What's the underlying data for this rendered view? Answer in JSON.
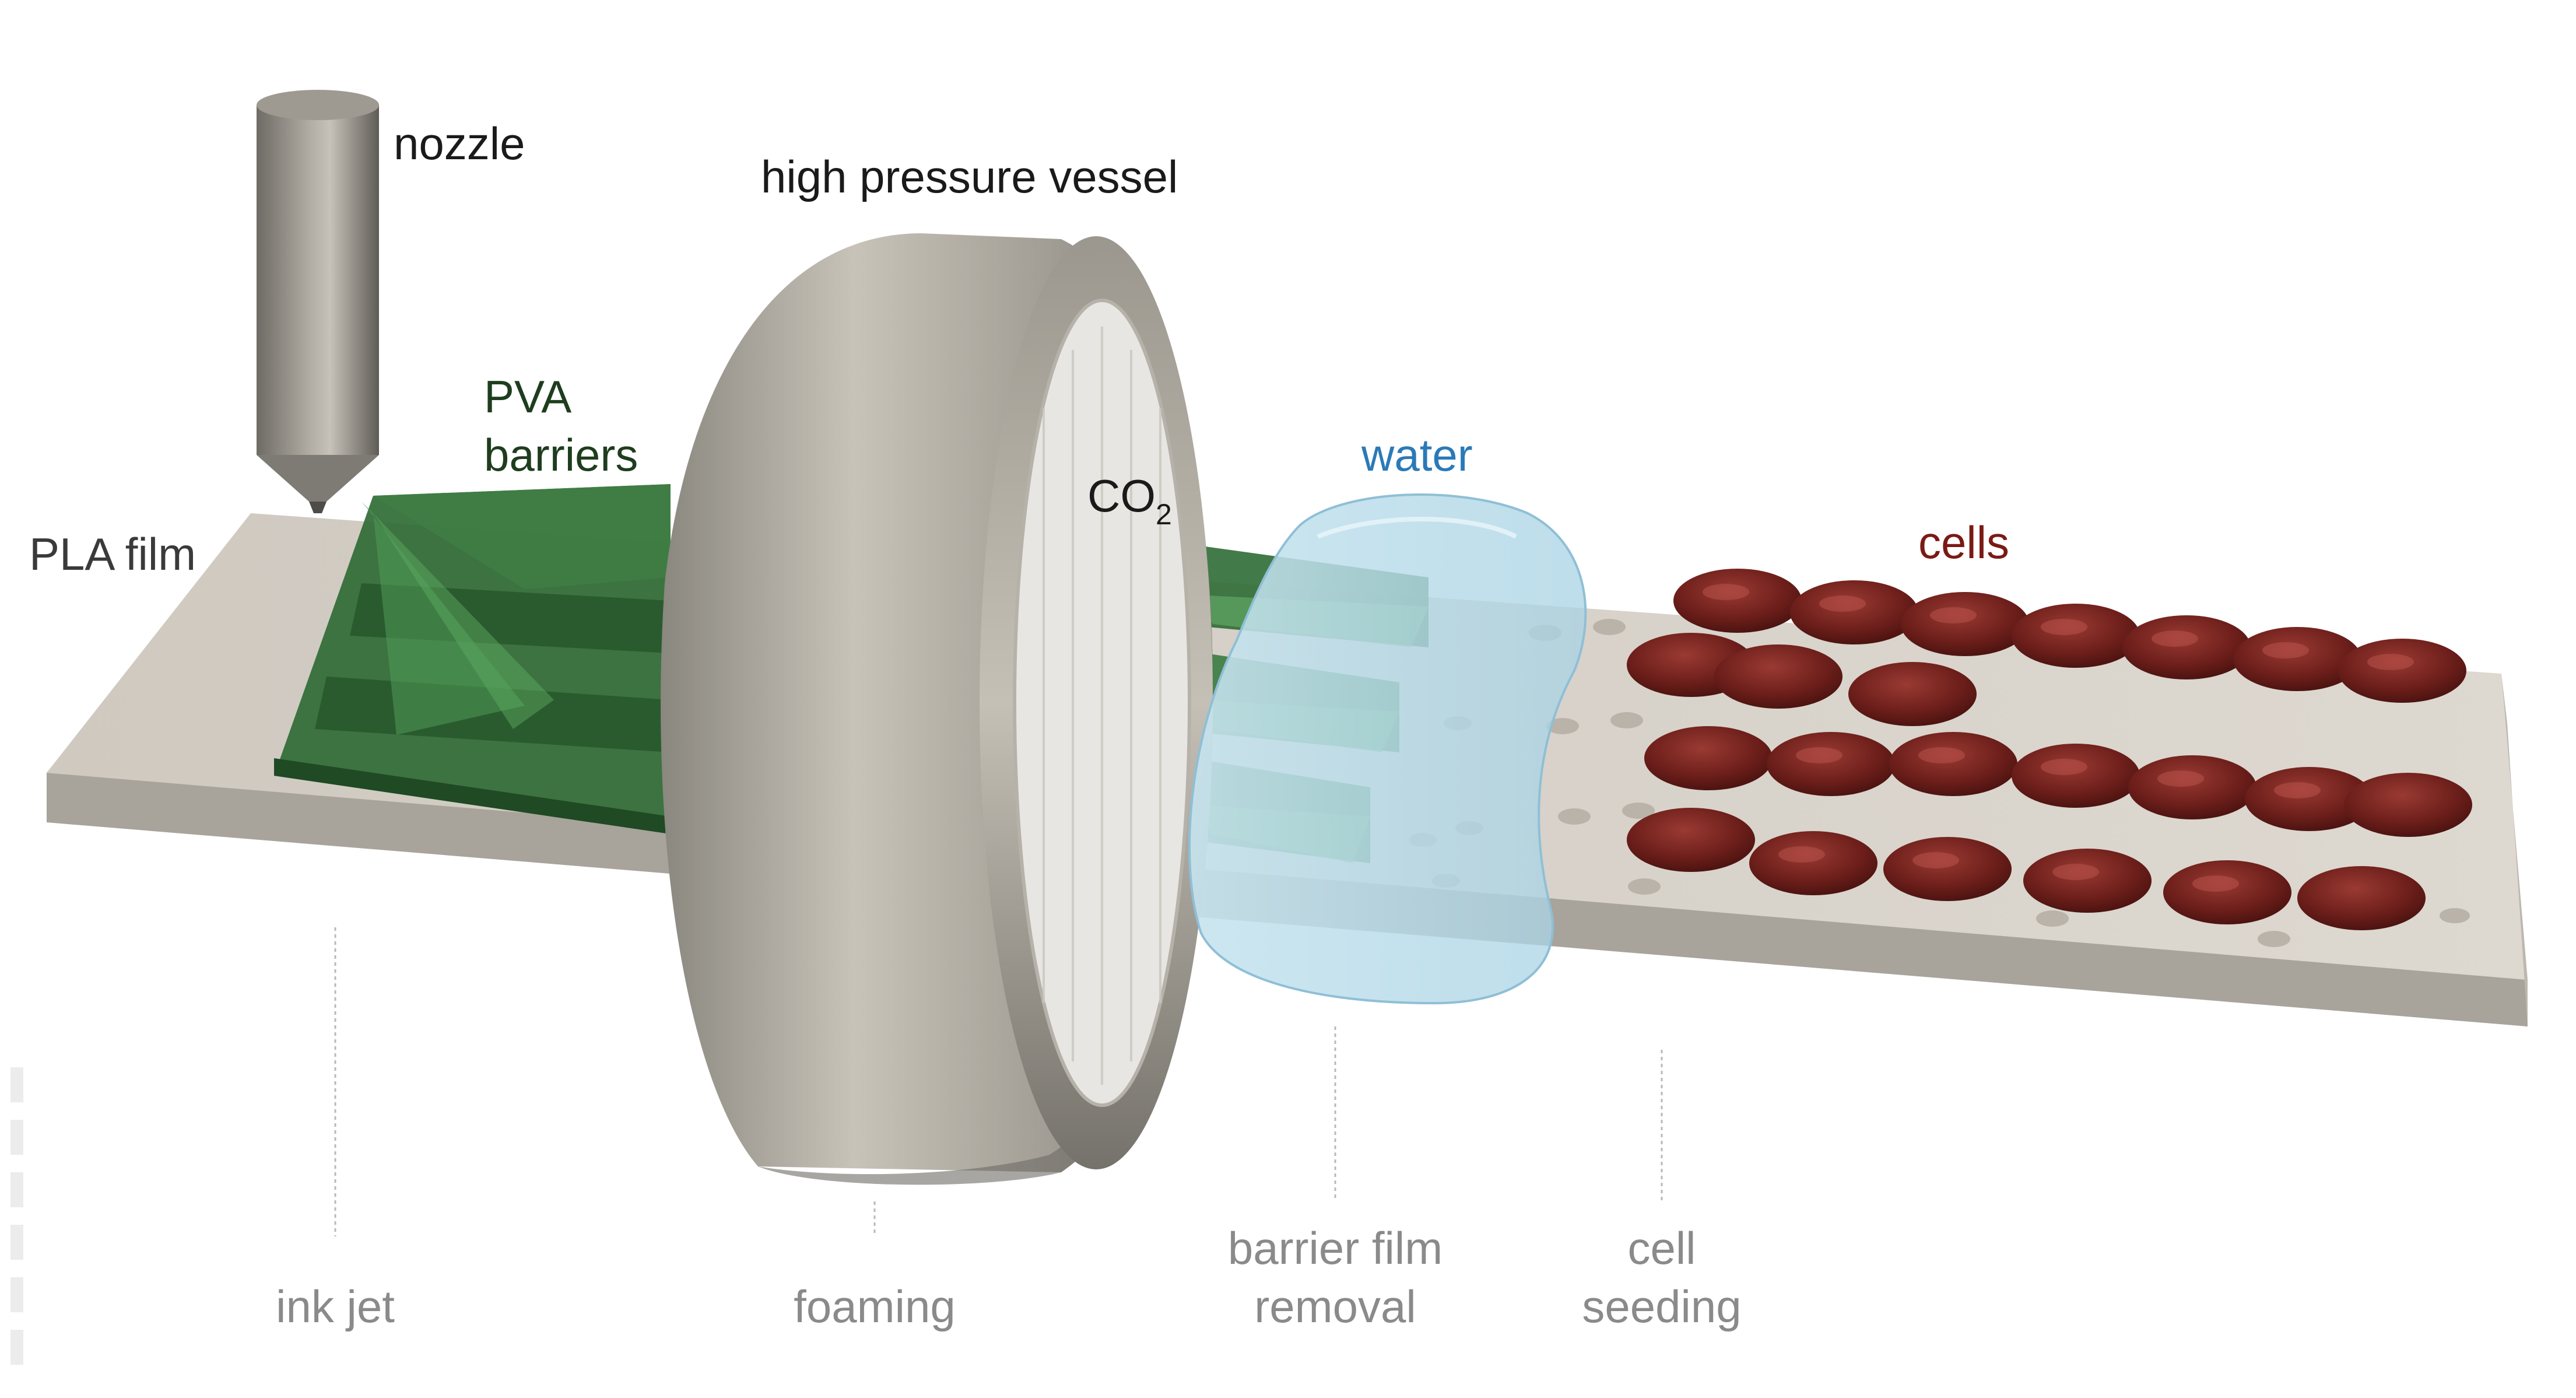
{
  "labels": {
    "nozzle": "nozzle",
    "vessel": "high pressure vessel",
    "pva_line1": "PVA",
    "pva_line2": "barriers",
    "co2_main": "CO",
    "co2_sub": "2",
    "water": "water",
    "pla_film": "PLA film",
    "cells": "cells"
  },
  "stages": {
    "ink_jet": "ink jet",
    "foaming": "foaming",
    "barrier_line1": "barrier film",
    "barrier_line2": "removal",
    "cell_line1": "cell",
    "cell_line2": "seeding"
  },
  "colors": {
    "label_dark": "#1a1a1a",
    "pva_label": "#1e3d1e",
    "water_label": "#2a7ab8",
    "cells_label": "#7a1a14",
    "stage_label": "#8a8a8a",
    "pla": "#d3cdc4",
    "pva": "#2f6b35",
    "vessel": "#a8a49a",
    "water": "#b9dcea",
    "cell": "#6e1f1b"
  }
}
